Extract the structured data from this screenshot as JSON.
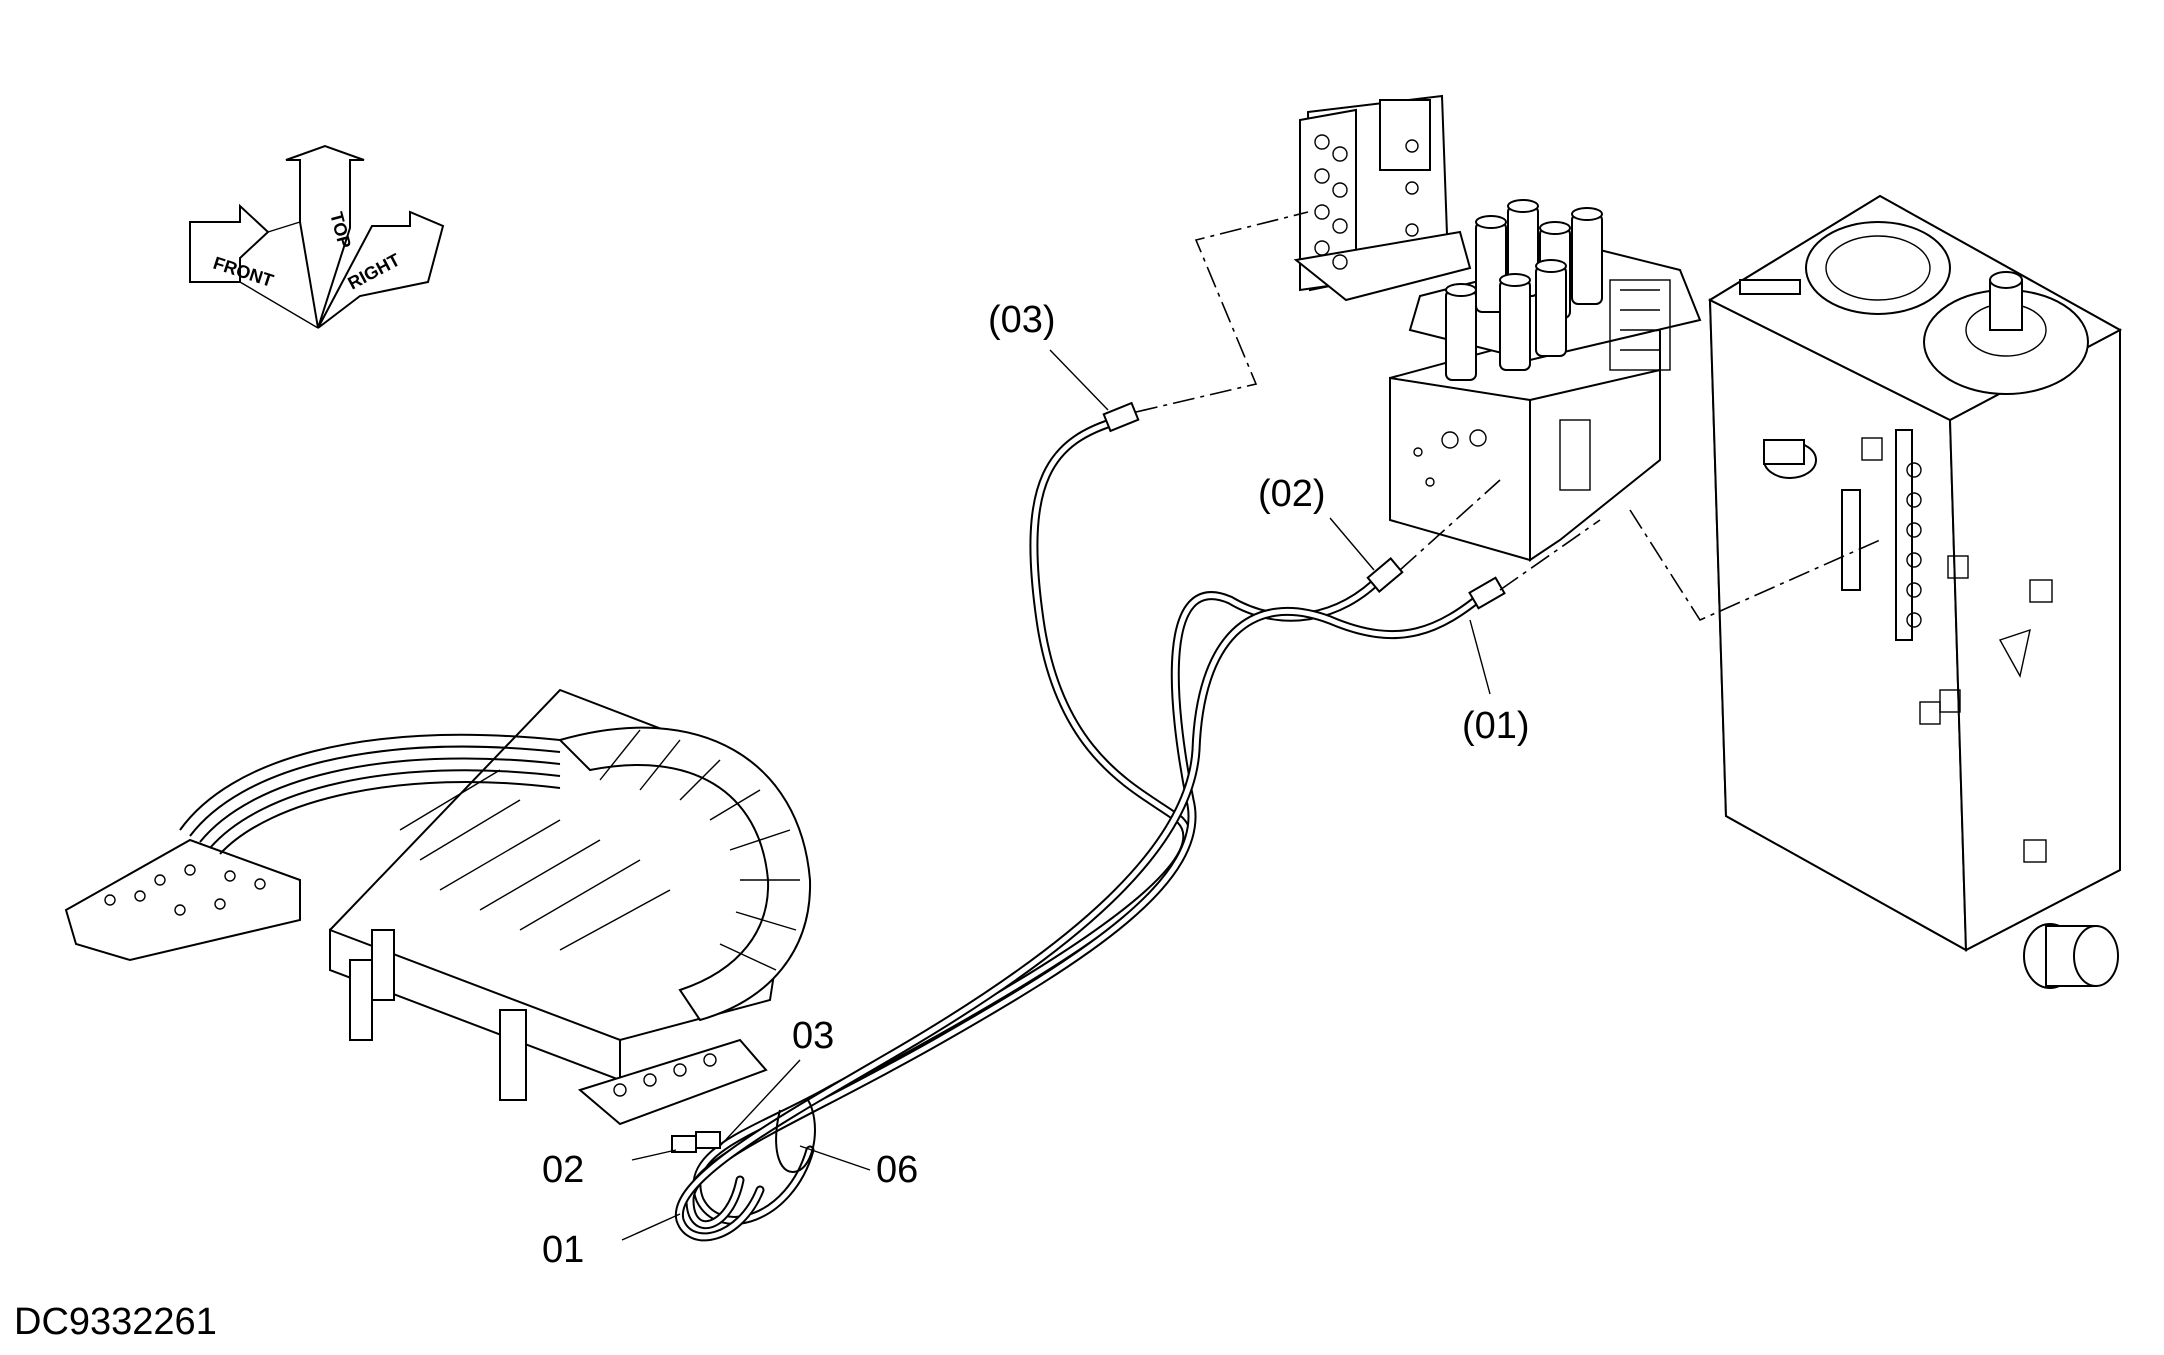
{
  "orientation": {
    "front": "FRONT",
    "top": "TOP",
    "right": "RIGHT"
  },
  "callouts": {
    "hose_03": "(03)",
    "hose_02": "(02)",
    "hose_01": "(01)",
    "part_03": "03",
    "part_02": "02",
    "part_01": "01",
    "part_06": "06"
  },
  "drawing_code": "DC9332261"
}
